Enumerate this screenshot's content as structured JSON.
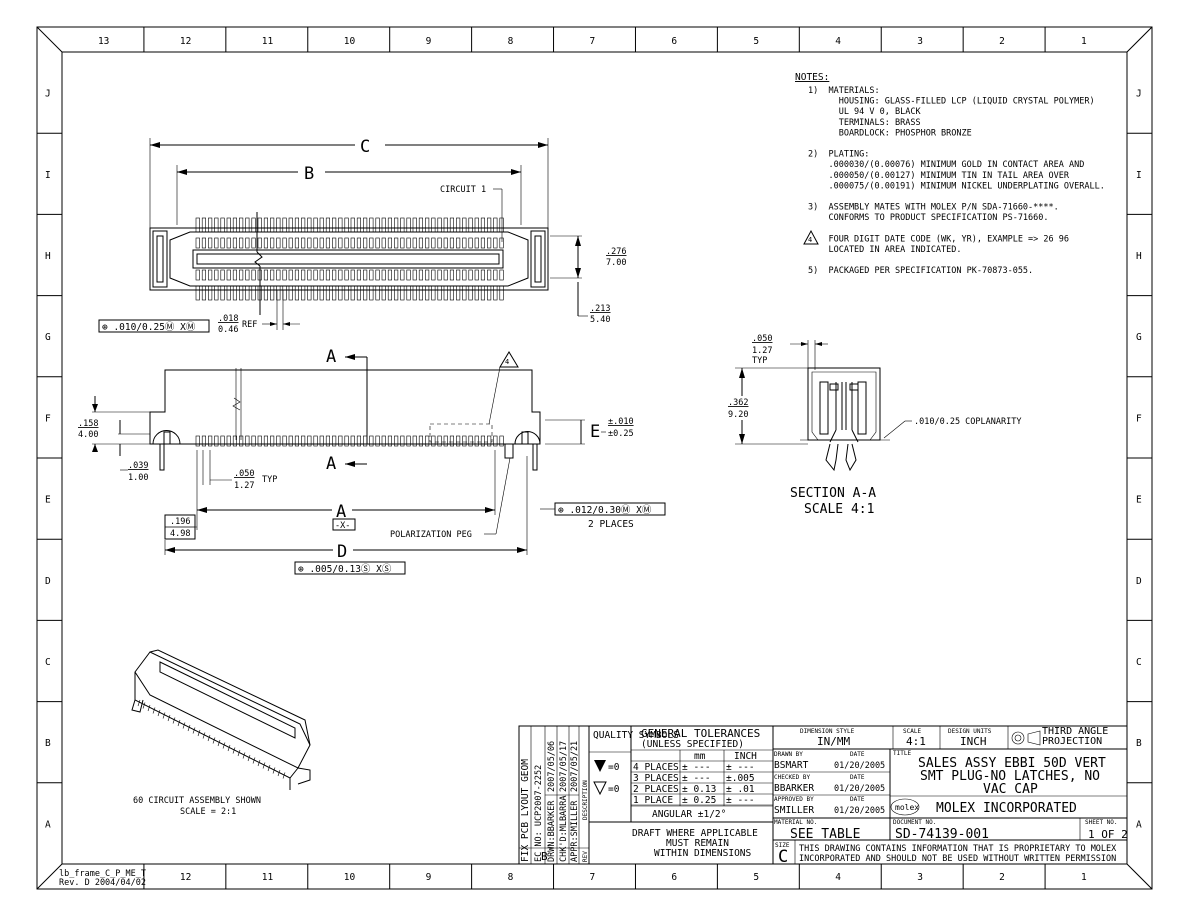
{
  "border": {
    "columns": [
      "13",
      "12",
      "11",
      "10",
      "9",
      "8",
      "7",
      "6",
      "5",
      "4",
      "3",
      "2",
      "1"
    ],
    "bottom_columns": [
      "12",
      "11",
      "10",
      "9",
      "8",
      "7",
      "6",
      "5",
      "4",
      "3",
      "2",
      "1"
    ],
    "rows": [
      "J",
      "I",
      "H",
      "G",
      "F",
      "E",
      "D",
      "C",
      "B",
      "A"
    ],
    "frame_label": "lb_frame_C_P_ME_T",
    "frame_rev": "Rev. D 2004/04/02"
  },
  "notes": {
    "heading": "NOTES:",
    "lines": [
      "1)  MATERIALS:",
      "      HOUSING: GLASS-FILLED LCP (LIQUID CRYSTAL POLYMER)",
      "      UL 94 V 0, BLACK",
      "      TERMINALS: BRASS",
      "      BOARDLOCK: PHOSPHOR BRONZE",
      "",
      "2)  PLATING:",
      "    .000030/(0.00076) MINIMUM GOLD IN CONTACT AREA AND",
      "    .000050/(0.00127) MINIMUM TIN IN TAIL AREA OVER",
      "    .000075/(0.00191) MINIMUM NICKEL UNDERPLATING OVERALL.",
      "",
      "3)  ASSEMBLY MATES WITH MOLEX P/N SDA-71660-****.",
      "    CONFORMS TO PRODUCT SPECIFICATION PS-71660.",
      "",
      "    FOUR DIGIT DATE CODE (WK, YR), EXAMPLE => 26 96",
      "    LOCATED IN AREA INDICATED.",
      "",
      "5)  PACKAGED PER SPECIFICATION PK-70873-055."
    ],
    "note4_number": "4"
  },
  "top_view": {
    "dim_c": "C",
    "dim_b": "B",
    "circuit_label": "CIRCUIT 1",
    "height_in": ".276",
    "height_mm": "7.00",
    "offset_in": ".213",
    "offset_mm": "5.40",
    "ref_in": ".018",
    "ref_mm": "0.46",
    "ref_label": "REF",
    "fcf": "⊕ .010/0.25Ⓜ XⓂ"
  },
  "front_view": {
    "section_a": "A",
    "datum_x": "-X-",
    "dim_a": "A",
    "dim_d": "D",
    "h158_in": ".158",
    "h158_mm": "4.00",
    "h039_in": ".039",
    "h039_mm": "1.00",
    "pitch_in": ".050",
    "pitch_mm": "1.27",
    "pitch_typ": "TYP",
    "h196_in": ".196",
    "h196_mm": "4.98",
    "peg_label": "POLARIZATION PEG",
    "dim_e": "E",
    "tol_plus": "±.010",
    "tol_mm": "±0.25",
    "fcf_right": "⊕ .012/0.30Ⓜ XⓂ",
    "places": "2 PLACES",
    "fcf_bottom": "⊕ .005/0.13Ⓢ XⓈ",
    "note_flag": "4"
  },
  "section": {
    "pitch_in": ".050",
    "pitch_mm": "1.27",
    "pitch_typ": "TYP",
    "h_in": ".362",
    "h_mm": "9.20",
    "coplanarity": ".010/0.25 COPLANARITY",
    "title": "SECTION A-A",
    "scale": "SCALE 4:1"
  },
  "iso_view": {
    "caption": "60 CIRCUIT ASSEMBLY SHOWN",
    "scale": "SCALE = 2:1"
  },
  "revision": {
    "desc": "FIX PCB LYOUT GEOM",
    "ec": "EC NO: UCP2007-2252",
    "drwn": "DRWN:BBARKER",
    "chkd": "CHK'D:MLBARRA",
    "appr": "APPR:SMILLER",
    "drwn_date": "2007/05/06",
    "chkd_date": "2007/05/17",
    "appr_date": "2007/05/21",
    "rev_letter": "B",
    "rev_label": "REV",
    "desc_label": "DESCRIPTION"
  },
  "title_block": {
    "quality_label": "QUALITY SYMBOLS",
    "q1": "=0",
    "q2": "=0",
    "gen_tol": "GENERAL TOLERANCES",
    "unless": "(UNLESS SPECIFIED)",
    "mm_head": "mm",
    "inch_head": "INCH",
    "tol_rows": [
      {
        "label": "4 PLACES",
        "mm": "± ---",
        "inch": "± ---"
      },
      {
        "label": "3 PLACES",
        "mm": "± ---",
        "inch": "±.005"
      },
      {
        "label": "2 PLACES",
        "mm": "± 0.13",
        "inch": "± .01"
      },
      {
        "label": "1 PLACE",
        "mm": "± 0.25",
        "inch": "± ---"
      }
    ],
    "angular": "ANGULAR ±1/2°",
    "draft1": "DRAFT WHERE APPLICABLE",
    "draft2": "MUST REMAIN",
    "draft3": "WITHIN DIMENSIONS",
    "dim_style_label": "DIMENSION STYLE",
    "dim_style": "IN/MM",
    "scale_label": "SCALE",
    "scale": "4:1",
    "units_label": "DESIGN UNITS",
    "units": "INCH",
    "projection": "THIRD ANGLE PROJECTION",
    "drawn_label": "DRAWN BY",
    "drawn_by": "BSMART",
    "drawn_date": "01/20/2005",
    "checked_label": "CHECKED BY",
    "checked_by": "BBARKER",
    "checked_date": "01/20/2005",
    "approved_label": "APPROVED BY",
    "approved_by": "SMILLER",
    "approved_date": "01/20/2005",
    "date_label": "DATE",
    "title_label": "TITLE",
    "title1": "SALES ASSY EBBI 50D VERT",
    "title2": "SMT PLUG-NO LATCHES, NO",
    "title3": "VAC CAP",
    "company": "MOLEX INCORPORATED",
    "logo": "molex",
    "material_label": "MATERIAL NO.",
    "material": "SEE TABLE",
    "doc_label": "DOCUMENT NO.",
    "doc": "SD-74139-001",
    "sheet_label": "SHEET NO.",
    "sheet": "1 OF 2",
    "size_label": "SIZE",
    "size": "C",
    "proprietary1": "THIS DRAWING CONTAINS INFORMATION THAT IS PROPRIETARY TO MOLEX",
    "proprietary2": "INCORPORATED AND SHOULD NOT BE USED WITHOUT WRITTEN PERMISSION"
  }
}
